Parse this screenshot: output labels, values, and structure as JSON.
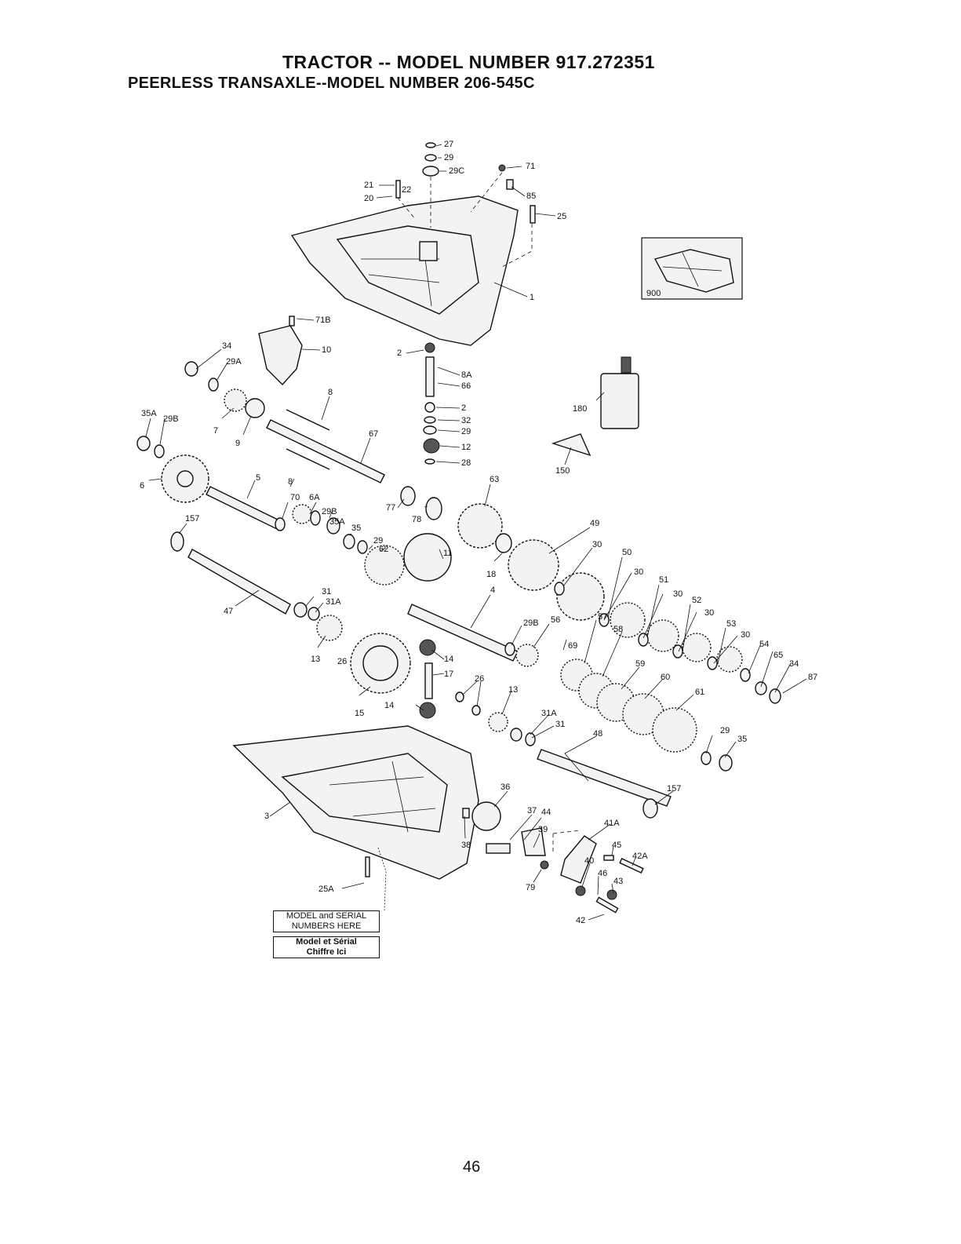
{
  "header": {
    "title": "TRACTOR -- MODEL NUMBER 917.272351",
    "subtitle": "PEERLESS TRANSAXLE--MODEL NUMBER 206-545C"
  },
  "model_box": {
    "line1": "MODEL and SERIAL",
    "line2": "NUMBERS HERE",
    "line3": "Model et Sérial",
    "line4": "Chiffre Ici"
  },
  "inset_label": "900",
  "page_number": "46",
  "callouts": {
    "c27": "27",
    "c29a": "29",
    "c29c": "29C",
    "c71": "71",
    "c21": "21",
    "c22": "22",
    "c20": "20",
    "c85": "85",
    "c25": "25",
    "c1": "1",
    "c71b": "71B",
    "c10": "10",
    "c34a": "34",
    "c29A": "29A",
    "c2a": "2",
    "c8A": "8A",
    "c66": "66",
    "c2b": "2",
    "c32": "32",
    "c29b": "29",
    "c12": "12",
    "c28": "28",
    "c180": "180",
    "c150": "150",
    "c35A": "35A",
    "c29B": "29B",
    "c7": "7",
    "c9": "9",
    "c8a": "8",
    "c67": "67",
    "c6": "6",
    "c5": "5",
    "c8b": "8",
    "c70": "70",
    "c6A": "6A",
    "c29Bb": "29B",
    "c35Ab": "35A",
    "c35": "35",
    "c29c2": "29",
    "c62": "62",
    "c77": "77",
    "c78": "78",
    "c63": "63",
    "c157a": "157",
    "c49": "49",
    "c18": "18",
    "c11": "11",
    "c30a": "30",
    "c50": "50",
    "c30b": "30",
    "c51": "51",
    "c30c": "30",
    "c52": "52",
    "c30d": "30",
    "c53": "53",
    "c30e": "30",
    "c54": "54",
    "c65": "65",
    "c34b": "34",
    "c87": "87",
    "c4": "4",
    "c47": "47",
    "c31a": "31",
    "c31A": "31A",
    "c29Bc": "29B",
    "c56": "56",
    "c69": "69",
    "c57": "57",
    "c58": "58",
    "c59": "59",
    "c60": "60",
    "c61": "61",
    "c13a": "13",
    "c26a": "26",
    "c14a": "14",
    "c17": "17",
    "c26b": "26",
    "c13b": "13",
    "c14b": "14",
    "c15": "15",
    "c31Ab": "31A",
    "c31b": "31",
    "c48": "48",
    "c29d": "29",
    "c35b": "35",
    "c157b": "157",
    "c3": "3",
    "c36": "36",
    "c37": "37",
    "c44": "44",
    "c39": "39",
    "c41A": "41A",
    "c45": "45",
    "c42A": "42A",
    "c38": "38",
    "c40": "40",
    "c46": "46",
    "c43": "43",
    "c79": "79",
    "c42": "42",
    "c25A": "25A"
  }
}
